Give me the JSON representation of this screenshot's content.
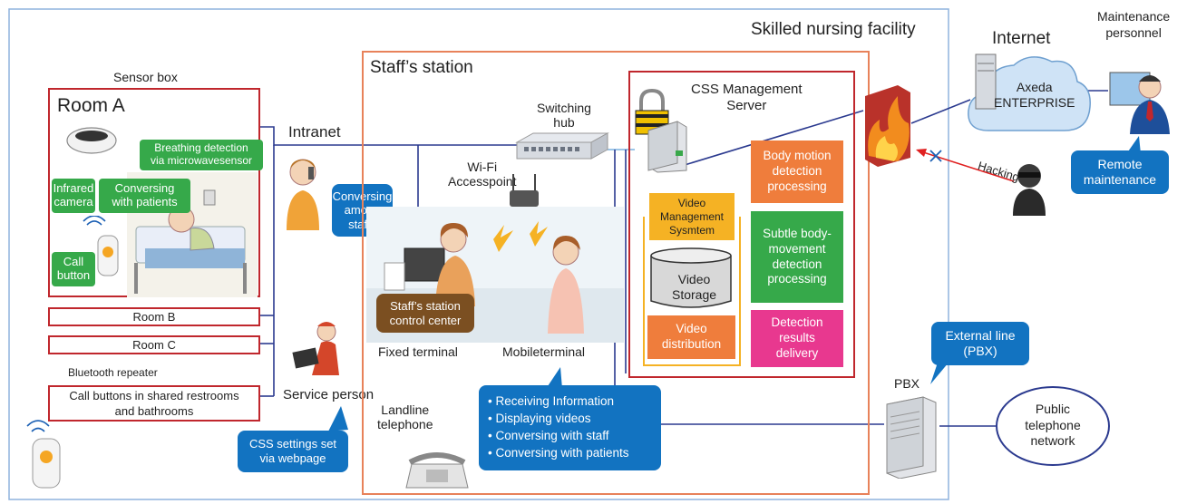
{
  "facility": {
    "title": "Skilled nursing facility"
  },
  "internet": {
    "title": "Internet",
    "cloud_label": "Axeda\nENTERPRISE"
  },
  "maintenance": {
    "title": "Maintenance\npersonnel",
    "badge": "Remote\nmaintenance"
  },
  "hacking": {
    "label": "Hacking"
  },
  "sensor_box": {
    "title": "Sensor box"
  },
  "room_a": {
    "title": "Room A",
    "breathing": "Breathing detection\nvia microwavesensor",
    "infrared": "Infrared\ncamera",
    "conversing": "Conversing\nwith patients",
    "call_button": "Call\nbutton"
  },
  "rooms": [
    "Room B",
    "Room C"
  ],
  "bluetooth": {
    "label": "Bluetooth repeater"
  },
  "shared": {
    "label": "Call buttons in shared restrooms\nand bathrooms"
  },
  "intranet": {
    "label": "Intranet"
  },
  "conversing_staffs": {
    "label": "Conversing\namong\nstaffs"
  },
  "service": {
    "title": "Service person",
    "badge": "CSS settings set\nvia webpage"
  },
  "staff_station": {
    "title": "Staff’s station",
    "switching_hub": "Switching\nhub",
    "wifi": "Wi-Fi\nAccesspoint",
    "control_center": "Staff’s station\ncontrol center",
    "fixed_terminal": "Fixed terminal",
    "mobile_terminal": "Mobileterminal",
    "landline": "Landline\ntelephone",
    "mobile_features": [
      "Receiving Information",
      "Displaying videos",
      "Conversing with staff",
      "Conversing with patients"
    ]
  },
  "css_server": {
    "title": "CSS Management\nServer",
    "video_mgmt": "Video\nManagement\nSysmtem",
    "video_storage": "Video\nStorage",
    "video_distribution": "Video\ndistribution",
    "body_motion": "Body motion\ndetection\nprocessing",
    "subtle_body": "Subtle body-\nmovement\ndetection\nprocessing",
    "detection_results": "Detection\nresults\ndelivery"
  },
  "pbx": {
    "title": "PBX",
    "external_line": "External line\n(PBX)"
  },
  "public_network": {
    "label": "Public\ntelephone\nnetwork"
  },
  "colors": {
    "facility_border": "#8fb3dd",
    "red_border": "#c0272d",
    "station_border": "#e8825a",
    "green": "#36a94a",
    "blue": "#1273c1",
    "orange": "#ef7d3c",
    "pink": "#e8388f",
    "gold": "#f5b224",
    "navy_line": "#2b3a8f"
  }
}
